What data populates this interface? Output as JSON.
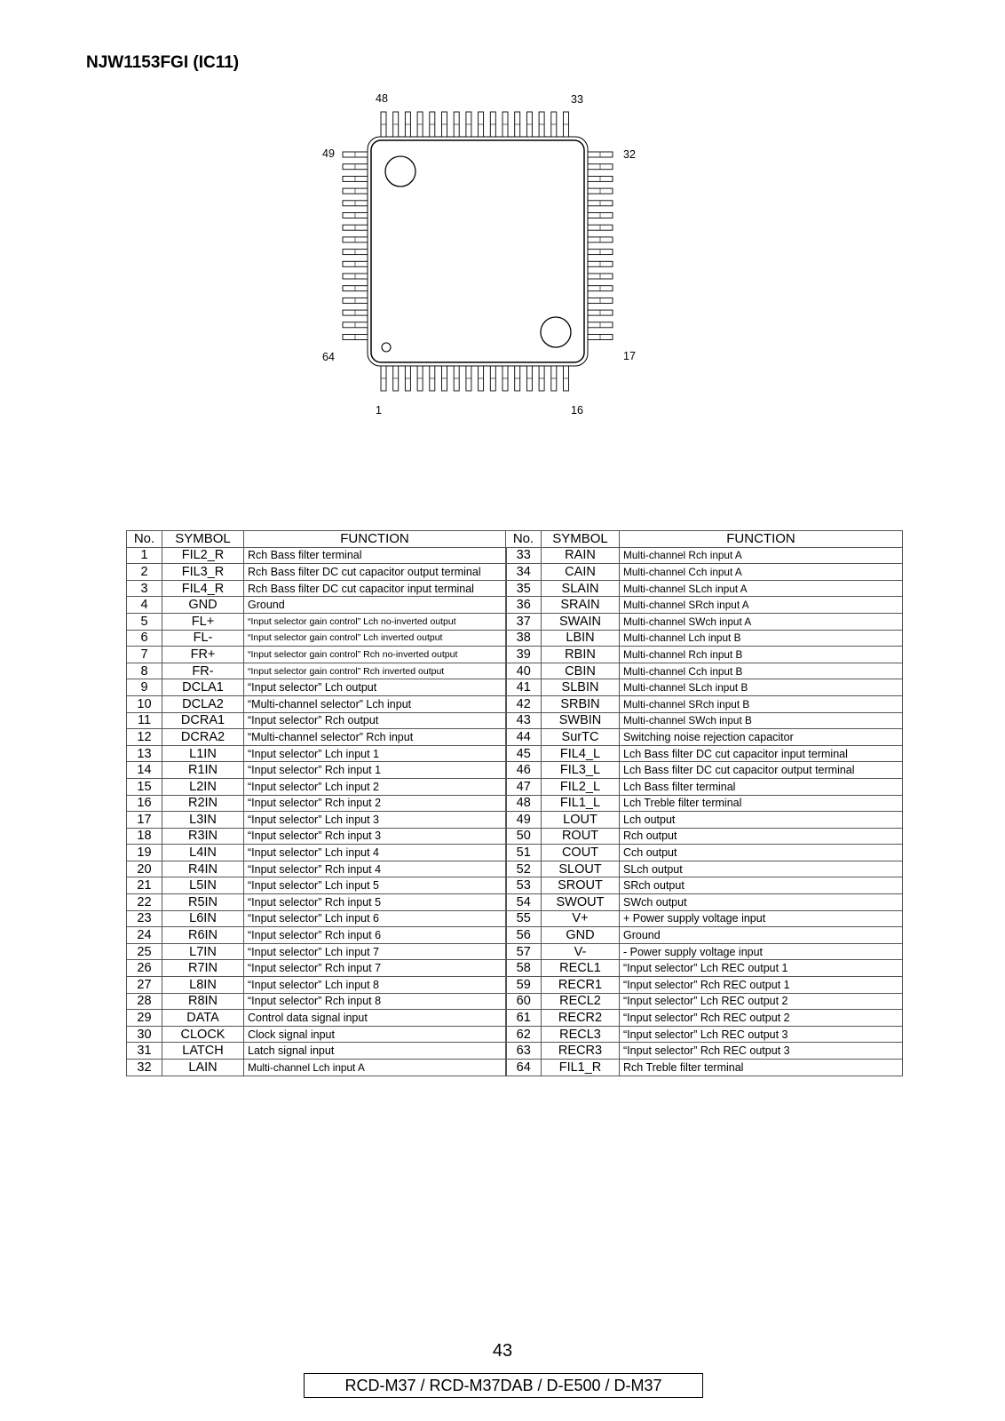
{
  "page_title": "NJW1153FGI (IC11)",
  "package": {
    "pin_labels": {
      "top_left": "48",
      "top_right": "33",
      "left_top": "49",
      "right_top": "32",
      "left_bottom": "64",
      "right_bottom": "17",
      "bottom_left": "1",
      "bottom_right": "16"
    }
  },
  "table": {
    "headers": {
      "no": "No.",
      "symbol": "SYMBOL",
      "function": "FUNCTION"
    },
    "rows": [
      {
        "l_no": "1",
        "l_sym": "FIL2_R",
        "l_fn": "Rch Bass filter terminal",
        "l_sz": "",
        "r_no": "33",
        "r_sym": "RAIN",
        "r_fn": "Multi-channel Rch input A",
        "r_sz": "fm"
      },
      {
        "l_no": "2",
        "l_sym": "FIL3_R",
        "l_fn": "Rch Bass filter DC cut capacitor output terminal",
        "l_sz": "",
        "r_no": "34",
        "r_sym": "CAIN",
        "r_fn": "Multi-channel Cch input A",
        "r_sz": "fm"
      },
      {
        "l_no": "3",
        "l_sym": "FIL4_R",
        "l_fn": "Rch Bass filter DC cut capacitor input terminal",
        "l_sz": "",
        "r_no": "35",
        "r_sym": "SLAIN",
        "r_fn": "Multi-channel SLch input A",
        "r_sz": "fm"
      },
      {
        "l_no": "4",
        "l_sym": "GND",
        "l_fn": "Ground",
        "l_sz": "",
        "r_no": "36",
        "r_sym": "SRAIN",
        "r_fn": "Multi-channel SRch input A",
        "r_sz": "fm"
      },
      {
        "l_no": "5",
        "l_sym": "FL+",
        "l_fn": "“Input selector gain control” Lch no-inverted output",
        "l_sz": "fs",
        "r_no": "37",
        "r_sym": "SWAIN",
        "r_fn": "Multi-channel SWch input A",
        "r_sz": "fm"
      },
      {
        "l_no": "6",
        "l_sym": "FL-",
        "l_fn": "“Input selector gain control” Lch inverted output",
        "l_sz": "fs",
        "r_no": "38",
        "r_sym": "LBIN",
        "r_fn": "Multi-channel Lch input B",
        "r_sz": "fm"
      },
      {
        "l_no": "7",
        "l_sym": "FR+",
        "l_fn": "“Input selector gain control” Rch no-inverted output",
        "l_sz": "fs",
        "r_no": "39",
        "r_sym": "RBIN",
        "r_fn": "Multi-channel Rch input B",
        "r_sz": "fm"
      },
      {
        "l_no": "8",
        "l_sym": "FR-",
        "l_fn": "“Input selector gain control” Rch inverted output",
        "l_sz": "fs",
        "r_no": "40",
        "r_sym": "CBIN",
        "r_fn": "Multi-channel Cch input B",
        "r_sz": "fm"
      },
      {
        "l_no": "9",
        "l_sym": "DCLA1",
        "l_fn": "“Input selector” Lch output",
        "l_sz": "",
        "r_no": "41",
        "r_sym": "SLBIN",
        "r_fn": "Multi-channel SLch input B",
        "r_sz": "fm"
      },
      {
        "l_no": "10",
        "l_sym": "DCLA2",
        "l_fn": "“Multi-channel selector” Lch input",
        "l_sz": "",
        "r_no": "42",
        "r_sym": "SRBIN",
        "r_fn": "Multi-channel SRch input B",
        "r_sz": "fm"
      },
      {
        "l_no": "11",
        "l_sym": "DCRA1",
        "l_fn": "“Input selector” Rch output",
        "l_sz": "",
        "r_no": "43",
        "r_sym": "SWBIN",
        "r_fn": "Multi-channel SWch input B",
        "r_sz": "fm"
      },
      {
        "l_no": "12",
        "l_sym": "DCRA2",
        "l_fn": "“Multi-channel selector” Rch input",
        "l_sz": "",
        "r_no": "44",
        "r_sym": "SurTC",
        "r_fn": "Switching noise rejection capacitor",
        "r_sz": ""
      },
      {
        "l_no": "13",
        "l_sym": "L1IN",
        "l_fn": "“Input selector” Lch input 1",
        "l_sz": "",
        "r_no": "45",
        "r_sym": "FIL4_L",
        "r_fn": "Lch Bass filter DC cut capacitor input terminal",
        "r_sz": ""
      },
      {
        "l_no": "14",
        "l_sym": "R1IN",
        "l_fn": "“Input selector” Rch input 1",
        "l_sz": "",
        "r_no": "46",
        "r_sym": "FIL3_L",
        "r_fn": "Lch Bass filter DC cut capacitor output terminal",
        "r_sz": ""
      },
      {
        "l_no": "15",
        "l_sym": "L2IN",
        "l_fn": "“Input selector” Lch input 2",
        "l_sz": "",
        "r_no": "47",
        "r_sym": "FIL2_L",
        "r_fn": "Lch Bass filter terminal",
        "r_sz": ""
      },
      {
        "l_no": "16",
        "l_sym": "R2IN",
        "l_fn": "“Input selector” Rch input 2",
        "l_sz": "",
        "r_no": "48",
        "r_sym": "FIL1_L",
        "r_fn": "Lch Treble filter terminal",
        "r_sz": ""
      },
      {
        "l_no": "17",
        "l_sym": "L3IN",
        "l_fn": "“Input selector” Lch input 3",
        "l_sz": "",
        "r_no": "49",
        "r_sym": "LOUT",
        "r_fn": "Lch output",
        "r_sz": ""
      },
      {
        "l_no": "18",
        "l_sym": "R3IN",
        "l_fn": "“Input selector” Rch input 3",
        "l_sz": "",
        "r_no": "50",
        "r_sym": "ROUT",
        "r_fn": "Rch output",
        "r_sz": ""
      },
      {
        "l_no": "19",
        "l_sym": "L4IN",
        "l_fn": "“Input selector” Lch input 4",
        "l_sz": "",
        "r_no": "51",
        "r_sym": "COUT",
        "r_fn": "Cch output",
        "r_sz": ""
      },
      {
        "l_no": "20",
        "l_sym": "R4IN",
        "l_fn": "“Input selector” Rch input 4",
        "l_sz": "",
        "r_no": "52",
        "r_sym": "SLOUT",
        "r_fn": "SLch output",
        "r_sz": ""
      },
      {
        "l_no": "21",
        "l_sym": "L5IN",
        "l_fn": "“Input selector” Lch input 5",
        "l_sz": "",
        "r_no": "53",
        "r_sym": "SROUT",
        "r_fn": "SRch output",
        "r_sz": ""
      },
      {
        "l_no": "22",
        "l_sym": "R5IN",
        "l_fn": "“Input selector” Rch input 5",
        "l_sz": "",
        "r_no": "54",
        "r_sym": "SWOUT",
        "r_fn": "SWch output",
        "r_sz": ""
      },
      {
        "l_no": "23",
        "l_sym": "L6IN",
        "l_fn": "“Input selector” Lch input 6",
        "l_sz": "",
        "r_no": "55",
        "r_sym": "V+",
        "r_fn": "+ Power supply voltage input",
        "r_sz": ""
      },
      {
        "l_no": "24",
        "l_sym": "R6IN",
        "l_fn": "“Input selector” Rch input 6",
        "l_sz": "",
        "r_no": "56",
        "r_sym": "GND",
        "r_fn": "Ground",
        "r_sz": ""
      },
      {
        "l_no": "25",
        "l_sym": "L7IN",
        "l_fn": "“Input selector” Lch input 7",
        "l_sz": "",
        "r_no": "57",
        "r_sym": "V-",
        "r_fn": "- Power supply voltage input",
        "r_sz": ""
      },
      {
        "l_no": "26",
        "l_sym": "R7IN",
        "l_fn": "“Input selector” Rch input 7",
        "l_sz": "",
        "r_no": "58",
        "r_sym": "RECL1",
        "r_fn": "“Input selector” Lch REC output 1",
        "r_sz": ""
      },
      {
        "l_no": "27",
        "l_sym": "L8IN",
        "l_fn": "“Input selector” Lch input 8",
        "l_sz": "",
        "r_no": "59",
        "r_sym": "RECR1",
        "r_fn": "“Input selector” Rch REC output 1",
        "r_sz": ""
      },
      {
        "l_no": "28",
        "l_sym": "R8IN",
        "l_fn": "“Input selector” Rch input 8",
        "l_sz": "",
        "r_no": "60",
        "r_sym": "RECL2",
        "r_fn": "“Input selector” Lch REC output 2",
        "r_sz": ""
      },
      {
        "l_no": "29",
        "l_sym": "DATA",
        "l_fn": "Control data signal input",
        "l_sz": "",
        "r_no": "61",
        "r_sym": "RECR2",
        "r_fn": "“Input selector” Rch REC output 2",
        "r_sz": ""
      },
      {
        "l_no": "30",
        "l_sym": "CLOCK",
        "l_fn": "Clock signal input",
        "l_sz": "",
        "r_no": "62",
        "r_sym": "RECL3",
        "r_fn": "“Input selector” Lch REC output 3",
        "r_sz": ""
      },
      {
        "l_no": "31",
        "l_sym": "LATCH",
        "l_fn": "Latch signal input",
        "l_sz": "",
        "r_no": "63",
        "r_sym": "RECR3",
        "r_fn": "“Input selector” Rch REC output 3",
        "r_sz": ""
      },
      {
        "l_no": "32",
        "l_sym": "LAIN",
        "l_fn": "Multi-channel Lch input A",
        "l_sz": "fm",
        "r_no": "64",
        "r_sym": "FIL1_R",
        "r_fn": "Rch Treble filter terminal",
        "r_sz": ""
      }
    ]
  },
  "footer": {
    "page_number": "43",
    "models": "RCD-M37 / RCD-M37DAB / D-E500 / D-M37"
  }
}
